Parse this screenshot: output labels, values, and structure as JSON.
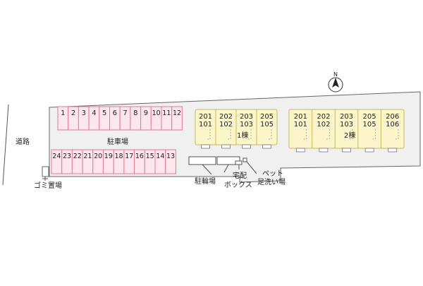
{
  "map": {
    "road_label": "道路",
    "parking_label": "駐車場",
    "garbage_label": "ゴミ置場",
    "bicycle_label": "駐輪場",
    "delivery_box_label_line1": "宅配",
    "delivery_box_label_line2": "ボックス",
    "pet_wash_label_line1": "ペット",
    "pet_wash_label_line2": "足洗い場",
    "compass_label": "N",
    "colors": {
      "site": "#f0f0f0",
      "parking_fill": "#fde6ec",
      "parking_stroke": "#e07a92",
      "building_fill": "#fcf5c9",
      "building_stroke": "#c8b960",
      "outline": "#666666"
    },
    "parking_top_row": [
      "1",
      "2",
      "3",
      "4",
      "5",
      "6",
      "7",
      "8",
      "9",
      "10",
      "11",
      "12"
    ],
    "parking_bottom_row": [
      "24",
      "23",
      "22",
      "21",
      "20",
      "19",
      "18",
      "17",
      "16",
      "15",
      "14",
      "13"
    ],
    "building1": {
      "label": "1棟",
      "units": [
        {
          "upper": "201",
          "lower": "101"
        },
        {
          "upper": "202",
          "lower": "102"
        },
        {
          "upper": "203",
          "lower": "103"
        },
        {
          "upper": "205",
          "lower": "105"
        }
      ]
    },
    "building2": {
      "label": "2棟",
      "units": [
        {
          "upper": "201",
          "lower": "101"
        },
        {
          "upper": "202",
          "lower": "102"
        },
        {
          "upper": "203",
          "lower": "103"
        },
        {
          "upper": "205",
          "lower": "105"
        },
        {
          "upper": "206",
          "lower": "106"
        }
      ]
    }
  }
}
